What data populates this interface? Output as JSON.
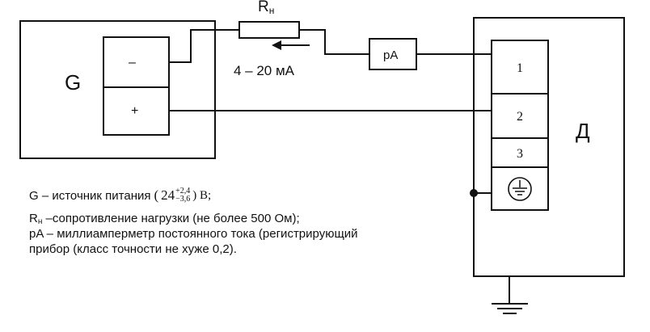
{
  "labels": {
    "generator": "G",
    "minus": "–",
    "plus": "+",
    "resistor": "R",
    "resistor_sub": "н",
    "current": "4 – 20 мА",
    "ammeter": "pA",
    "device": "Д",
    "terminal_1": "1",
    "terminal_2": "2",
    "terminal_3": "3"
  },
  "legend": {
    "g_prefix": "G – источник питания",
    "g_paren": "(",
    "g_base": "24",
    "g_sup": "+2,4",
    "g_sub": "−3,6",
    "g_unit": ") В;",
    "r_prefix": "R",
    "r_sub": "н",
    "r_text": " –сопротивление нагрузки (не более 500 Ом);",
    "pa_line1": "pA – миллиамперметр постоянного тока (регистрирующий",
    "pa_line2": "прибор (класс точности не хуже 0,2)."
  }
}
